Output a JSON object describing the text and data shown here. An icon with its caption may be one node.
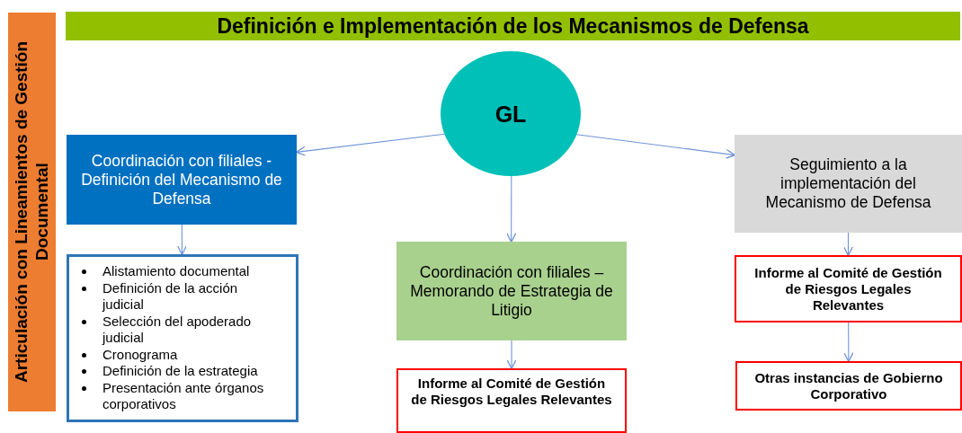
{
  "diagram": {
    "title": "Definición e Implementación de los Mecanismos de Defensa",
    "nodes": [
      {
        "text": [
          "Articulación con Lineamientos de Gestión Documental"
        ]
      },
      {
        "text": [
          "GL"
        ]
      },
      {
        "text": [
          "Coordinación con filiales - Definición del Mecanismo de Defensa"
        ]
      },
      {
        "text": [
          "Alistamiento documental",
          "Definición de la acción judicial",
          "Selección del apoderado judicial",
          "Cronograma",
          "Definición de la estrategia",
          "Presentación ante órganos corporativos"
        ]
      },
      {
        "text": [
          "Coordinación con filiales – Memorando de Estrategia de Litigio"
        ]
      },
      {
        "text": [
          "Informe al Comité de Gestión de Riesgos Legales Relevantes"
        ]
      },
      {
        "text": [
          "Seguimiento a la implementación del Mecanismo de Defensa"
        ]
      },
      {
        "text": [
          "Informe al Comité de Gestión de Riesgos Legales Relevantes"
        ]
      },
      {
        "text": [
          "Otras instancias de Gobierno Corporativo"
        ]
      }
    ],
    "edges": [
      {
        "from": 1,
        "to": 2,
        "arrow": "to"
      },
      {
        "from": 1,
        "to": 4,
        "arrow": "to"
      },
      {
        "from": 1,
        "to": 6,
        "arrow": "to"
      },
      {
        "from": 2,
        "to": 3,
        "arrow": "to"
      },
      {
        "from": 4,
        "to": 5,
        "arrow": "to"
      },
      {
        "from": 6,
        "to": 7,
        "arrow": "to"
      },
      {
        "from": 7,
        "to": 8,
        "arrow": "to"
      }
    ]
  }
}
